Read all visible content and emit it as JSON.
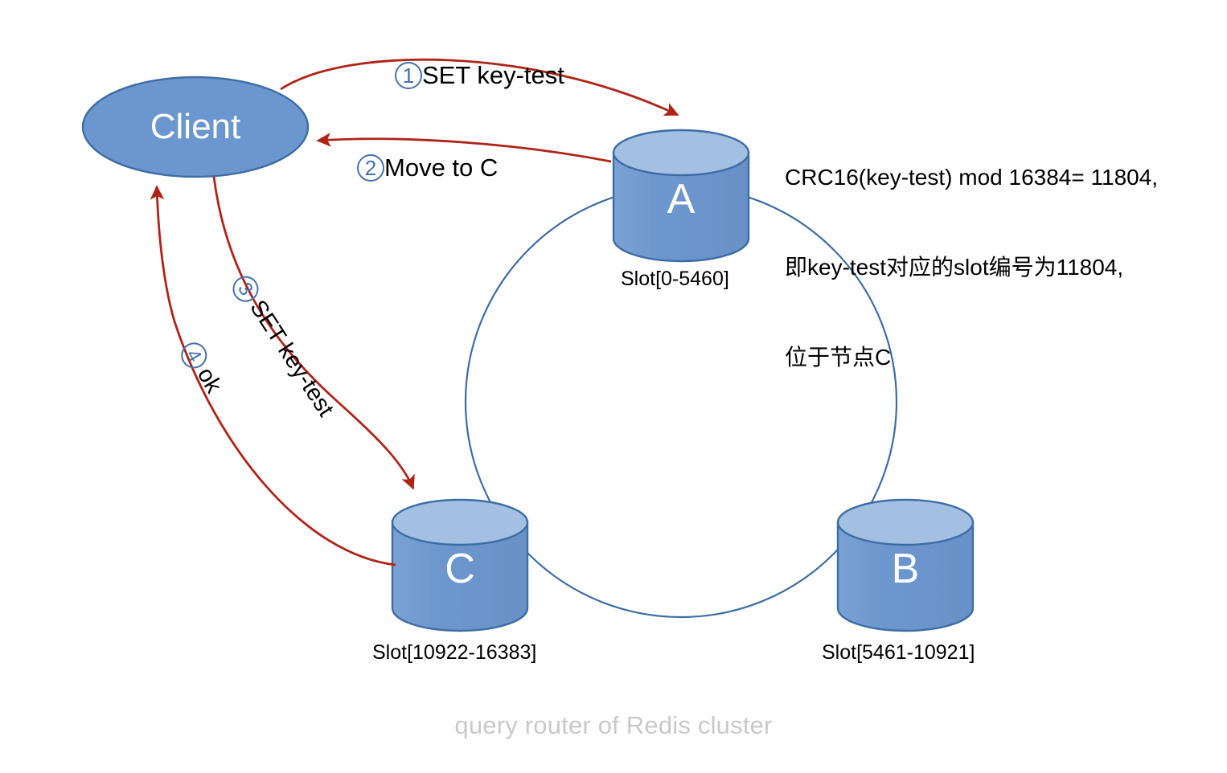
{
  "diagram": {
    "caption": "query router of Redis cluster",
    "note_lines": [
      "CRC16(key-test) mod 16384= 11804,",
      "即key-test对应的slot编号为11804,",
      "位于节点C"
    ],
    "client": {
      "label": "Client"
    },
    "nodes": [
      {
        "id": "A",
        "letter": "A",
        "slot_label": "Slot[0-5460]"
      },
      {
        "id": "B",
        "letter": "B",
        "slot_label": "Slot[5461-10921]"
      },
      {
        "id": "C",
        "letter": "C",
        "slot_label": "Slot[10922-16383]"
      }
    ],
    "steps": [
      {
        "number": "1",
        "text": "SET key-test"
      },
      {
        "number": "2",
        "text": "Move to C"
      },
      {
        "number": "3",
        "text": "SET key-test"
      },
      {
        "number": "4",
        "text": "ok"
      }
    ],
    "colors": {
      "node_body": "#6C97CE",
      "node_top": "#A3C0E3",
      "node_stroke": "#3C6DA5",
      "ring_stroke": "#3C6DA5",
      "arrow": "#B02318",
      "circle_number": "#4472a8",
      "caption": "#c9c9c9",
      "background": "#ffffff"
    }
  }
}
